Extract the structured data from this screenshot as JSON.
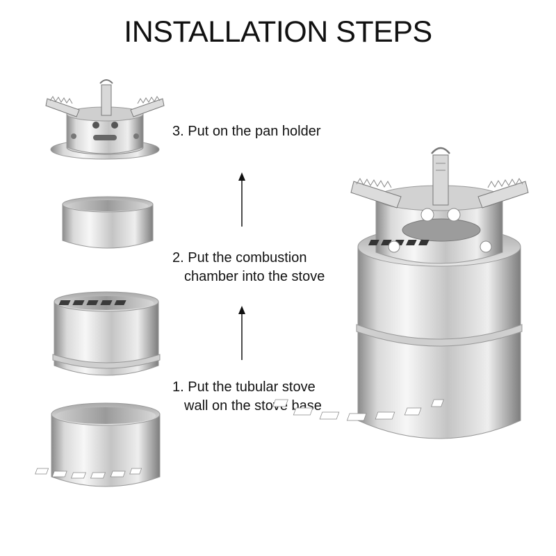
{
  "title": "INSTALLATION STEPS",
  "steps": [
    {
      "number": "3.",
      "line1": "Put on the pan holder",
      "line2": ""
    },
    {
      "number": "2.",
      "line1": "Put the combustion",
      "line2": "chamber into the stove"
    },
    {
      "number": "1.",
      "line1": "Put the tubular stove",
      "line2": "wall on the stove base"
    }
  ],
  "colors": {
    "steel_light": "#f2f2f2",
    "steel_mid": "#b8b8b8",
    "steel_dark": "#6e6e6e",
    "vent": "#3a3a3a",
    "arrow": "#111111"
  }
}
